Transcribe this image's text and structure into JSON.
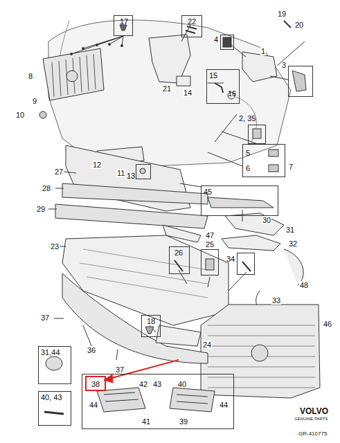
{
  "diagram": {
    "nodes": [
      {
        "text": [
          "17"
        ]
      },
      {
        "text": [
          "22"
        ]
      },
      {
        "text": [
          "4"
        ]
      },
      {
        "text": [
          "15",
          "16"
        ]
      },
      {
        "text": [
          "3"
        ]
      },
      {
        "text": [
          "2, 35"
        ]
      },
      {
        "text": [
          "5",
          "6",
          "7"
        ]
      },
      {
        "text": [
          "13"
        ]
      },
      {
        "text": [
          "45"
        ]
      },
      {
        "text": [
          "26"
        ]
      },
      {
        "text": [
          "25"
        ]
      },
      {
        "text": [
          "34"
        ]
      },
      {
        "text": [
          "18"
        ]
      },
      {
        "text": [
          "31,44"
        ]
      },
      {
        "text": [
          "40, 43"
        ]
      },
      {
        "text": [
          "42",
          "43",
          "44",
          "41",
          "40",
          "44",
          "39"
        ]
      },
      {
        "text": [
          "38"
        ],
        "in": 15
      }
    ],
    "edges": [],
    "labels": [
      "19",
      "20",
      "1",
      "8",
      "9",
      "10",
      "21",
      "14",
      "12",
      "11",
      "27",
      "28",
      "29",
      "30",
      "31",
      "32",
      "47",
      "48",
      "23",
      "33",
      "46",
      "24",
      "37",
      "36",
      "37",
      "VOLVO",
      "GENUINE PARTS",
      "GR-410775"
    ]
  }
}
